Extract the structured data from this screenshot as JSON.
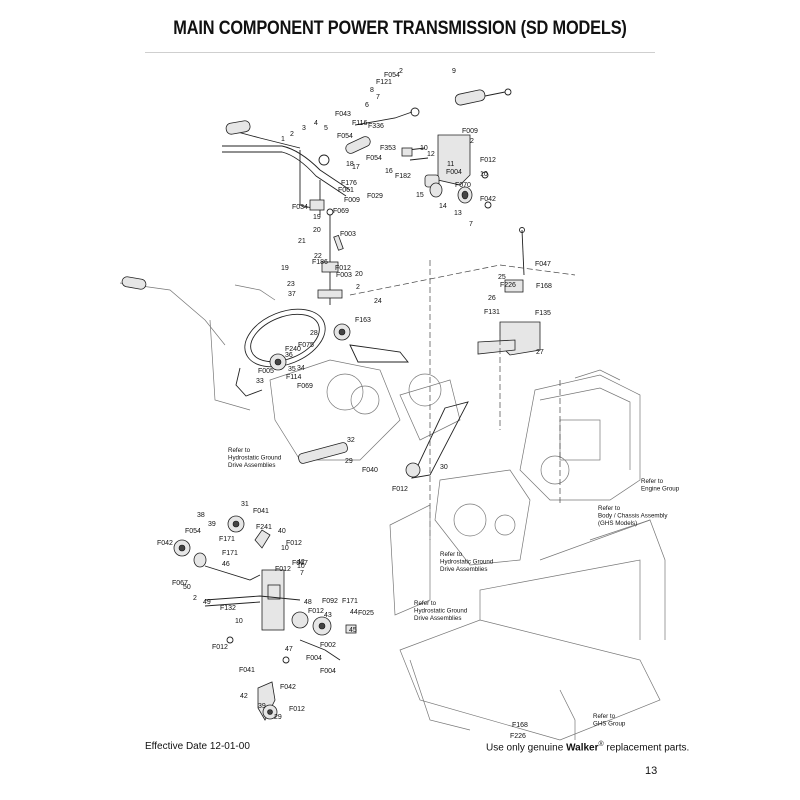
{
  "page": {
    "title": "MAIN COMPONENT POWER TRANSMISSION (SD MODELS)",
    "footer_left": "Effective Date 12-01-00",
    "footer_right_prefix": "Use only genuine ",
    "footer_brand": "Walker",
    "footer_trademark": "®",
    "footer_right_suffix": " replacement parts.",
    "page_number": "13"
  },
  "references": [
    {
      "id": "ref-hgd-1",
      "lines": [
        "Refer to",
        "Hydrostatic Ground",
        "Drive Assemblies"
      ]
    },
    {
      "id": "ref-engine",
      "lines": [
        "Refer to",
        "Engine Group"
      ]
    },
    {
      "id": "ref-body",
      "lines": [
        "Refer to",
        "Body / Chassis Assembly",
        "(GHS Models)"
      ]
    },
    {
      "id": "ref-hgd-2",
      "lines": [
        "Refer to",
        "Hydrostatic Ground",
        "Drive Assemblies"
      ]
    },
    {
      "id": "ref-hgd-3",
      "lines": [
        "Refer to",
        "Hydrostatic Ground",
        "Drive Assemblies"
      ]
    },
    {
      "id": "ref-ghs",
      "lines": [
        "Refer to",
        "GHS Group"
      ]
    }
  ],
  "callouts": [
    "9",
    "F054",
    "2",
    "F121",
    "8",
    "7",
    "6",
    "F043",
    "F116",
    "F336",
    "5",
    "4",
    "3",
    "2",
    "1",
    "F054",
    "F353",
    "18",
    "17",
    "F054",
    "F009",
    "2",
    "10",
    "12",
    "F012",
    "16",
    "F182",
    "11",
    "F004",
    "10",
    "15",
    "F070",
    "14",
    "13",
    "F042",
    "7",
    "F176",
    "F061",
    "F029",
    "F009",
    "F034",
    "F069",
    "19",
    "20",
    "F003",
    "21",
    "22",
    "F186",
    "19",
    "F012",
    "F003",
    "20",
    "23",
    "37",
    "2",
    "24",
    "F047",
    "25",
    "F226",
    "F168",
    "26",
    "F131",
    "F135",
    "27",
    "28",
    "F163",
    "F240",
    "F075",
    "36",
    "35",
    "F005",
    "F114",
    "34",
    "33",
    "F069",
    "32",
    "F040",
    "30",
    "F012",
    "29",
    "31",
    "38",
    "F041",
    "39",
    "F241",
    "F054",
    "40",
    "F171",
    "F012",
    "F042",
    "10",
    "F171",
    "42",
    "F067",
    "50",
    "46",
    "F067",
    "10",
    "7",
    "F012",
    "2",
    "49",
    "48",
    "F092",
    "F171",
    "F132",
    "F012",
    "43",
    "44",
    "F025",
    "10",
    "45",
    "F012",
    "F002",
    "F004",
    "F004",
    "47",
    "F041",
    "F042",
    "42",
    "39",
    "F012",
    "29",
    "F168",
    "F226"
  ]
}
